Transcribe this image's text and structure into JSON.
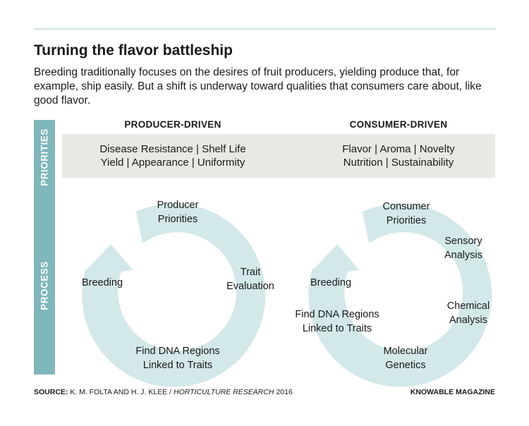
{
  "header": {
    "title": "Turning the flavor battleship",
    "subtitle": "Breeding traditionally focuses on the desires of fruit producers, yielding produce that, for example, ship easily. But a shift is underway toward qualities that consumers care about, like good flavor."
  },
  "side_labels": {
    "priorities": "PRIORITIES",
    "process": "PROCESS"
  },
  "producer": {
    "heading": "PRODUCER-DRIVEN",
    "priorities_line1": "Disease Resistance | Shelf Life",
    "priorities_line2": "Yield | Appearance | Uniformity",
    "cycle": {
      "step1_line1": "Producer",
      "step1_line2": "Priorities",
      "step2_line1": "Trait",
      "step2_line2": "Evaluation",
      "step3_line1": "Find DNA Regions",
      "step3_line2": "Linked to Traits",
      "step4": "Breeding"
    }
  },
  "consumer": {
    "heading": "CONSUMER-DRIVEN",
    "priorities_line1": "Flavor | Aroma | Novelty",
    "priorities_line2": "Nutrition | Sustainability",
    "cycle": {
      "step1_line1": "Consumer",
      "step1_line2": "Priorities",
      "step2_line1": "Sensory",
      "step2_line2": "Analysis",
      "step3_line1": "Chemical",
      "step3_line2": "Analysis",
      "step4_line1": "Molecular",
      "step4_line2": "Genetics",
      "step5_line1": "Find DNA Regions",
      "step5_line2": "Linked to Traits",
      "step6": "Breeding"
    }
  },
  "footer": {
    "source_prefix": "SOURCE:",
    "source_authors": " K. M. FOLTA AND H. J. KLEE / ",
    "source_journal": "HORTICULTURE RESEARCH",
    "source_year": " 2016",
    "credit": "KNOWABLE MAGAZINE"
  },
  "colors": {
    "ring_fill": "#d3e8e9",
    "side_bar": "#7fb7ba",
    "priority_band": "#e9e9e4",
    "rule": "#cfe3e4"
  }
}
